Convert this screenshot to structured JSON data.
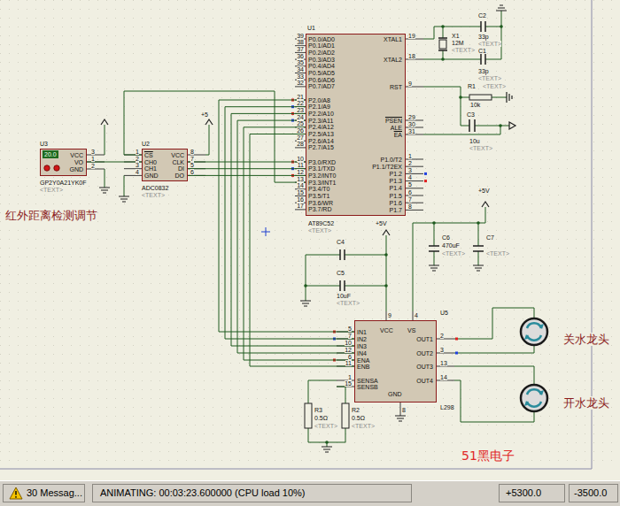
{
  "diagram": {
    "nodes": [
      {
        "text": [
          "U1",
          "P0.0/AD0",
          "P0.1/AD1",
          "P0.2/AD2",
          "P0.3/AD3",
          "P0.4/AD4",
          "P0.5/AD5",
          "P0.6/AD6",
          "P0.7/AD7",
          "P2.0/A8",
          "P2.1/A9",
          "P2.2/A10",
          "P2.3/A11",
          "P2.4/A12",
          "P2.5/A13",
          "P2.6/A14",
          "P2.7/A15",
          "P3.0/RXD",
          "P3.1/TXD",
          "P3.2/INT0",
          "P3.3/INT1",
          "P3.4/T0",
          "P3.5/T1",
          "P3.6/WR",
          "P3.7/RD",
          "XTAL1",
          "XTAL2",
          "RST",
          "PSEN",
          "ALE",
          "EA",
          "P1.0/T2",
          "P1.1/T2EX",
          "P1.2",
          "P1.3",
          "P1.4",
          "P1.5",
          "P1.6",
          "P1.7",
          "AT89C52",
          "<TEXT>"
        ]
      },
      {
        "text": [
          "U3",
          "20.0",
          "VCC",
          "VO",
          "GND",
          "GP2Y0A21YK0F",
          "<TEXT>"
        ]
      },
      {
        "text": [
          "U2",
          "CS",
          "CH0",
          "CH1",
          "GND",
          "VCC",
          "CLK",
          "DI",
          "DO",
          "ADC0832",
          "<TEXT>"
        ]
      },
      {
        "text": [
          "U5",
          "IN1",
          "IN2",
          "IN3",
          "IN4",
          "ENA",
          "ENB",
          "SENSA",
          "SENSB",
          "VCC",
          "VS",
          "GND",
          "OUT1",
          "OUT2",
          "OUT3",
          "OUT4",
          "L298"
        ]
      }
    ],
    "edges": [
      {
        "from": 1,
        "to": 2,
        "arrow": "none"
      },
      {
        "from": 2,
        "to": 0,
        "arrow": "none"
      },
      {
        "from": 2,
        "to": 0,
        "arrow": "none"
      },
      {
        "from": 2,
        "to": 0,
        "arrow": "none"
      },
      {
        "from": 2,
        "to": 0,
        "arrow": "none"
      },
      {
        "from": 0,
        "to": 3,
        "arrow": "none"
      },
      {
        "from": 0,
        "to": 3,
        "arrow": "none"
      },
      {
        "from": 0,
        "to": 3,
        "arrow": "none"
      },
      {
        "from": 0,
        "to": 3,
        "arrow": "none"
      },
      {
        "from": 0,
        "to": 3,
        "arrow": "none"
      },
      {
        "from": 0,
        "to": 3,
        "arrow": "none"
      }
    ],
    "labels": [
      "39",
      "38",
      "37",
      "36",
      "35",
      "34",
      "33",
      "32",
      "21",
      "22",
      "23",
      "24",
      "25",
      "26",
      "27",
      "28",
      "10",
      "11",
      "12",
      "13",
      "14",
      "15",
      "16",
      "17",
      "19",
      "18",
      "9",
      "29",
      "30",
      "31",
      "1",
      "2",
      "3",
      "4",
      "5",
      "6",
      "7",
      "8",
      "1",
      "2",
      "3",
      "4",
      "8",
      "7",
      "5",
      "6",
      "3",
      "1",
      "2",
      "5",
      "7",
      "10",
      "12",
      "6",
      "11",
      "1",
      "15",
      "9",
      "4",
      "8",
      "2",
      "3",
      "13",
      "14",
      "C2",
      "33p",
      "<TEXT>",
      "X1",
      "12M",
      "<TEXT>",
      "C1",
      "33p",
      "<TEXT>",
      "R1",
      "<TEXT>",
      "10k",
      "C3",
      "10u",
      "<TEXT>",
      "+5",
      "+5V",
      "+5V",
      "C4",
      "C5",
      "10uF",
      "<TEXT>",
      "C6",
      "470uF",
      "<TEXT>",
      "C7",
      "<TEXT>",
      "R3",
      "0.5Ω",
      "<TEXT>",
      "R2",
      "0.5Ω",
      "<TEXT>",
      "红外距离检测调节",
      "关水龙头",
      "开水龙头",
      "51黑电子",
      "30 Messag...",
      "ANIMATING: 00:03:23.600000 (CPU load 10%)",
      "+5300.0",
      "-3500.0"
    ]
  }
}
